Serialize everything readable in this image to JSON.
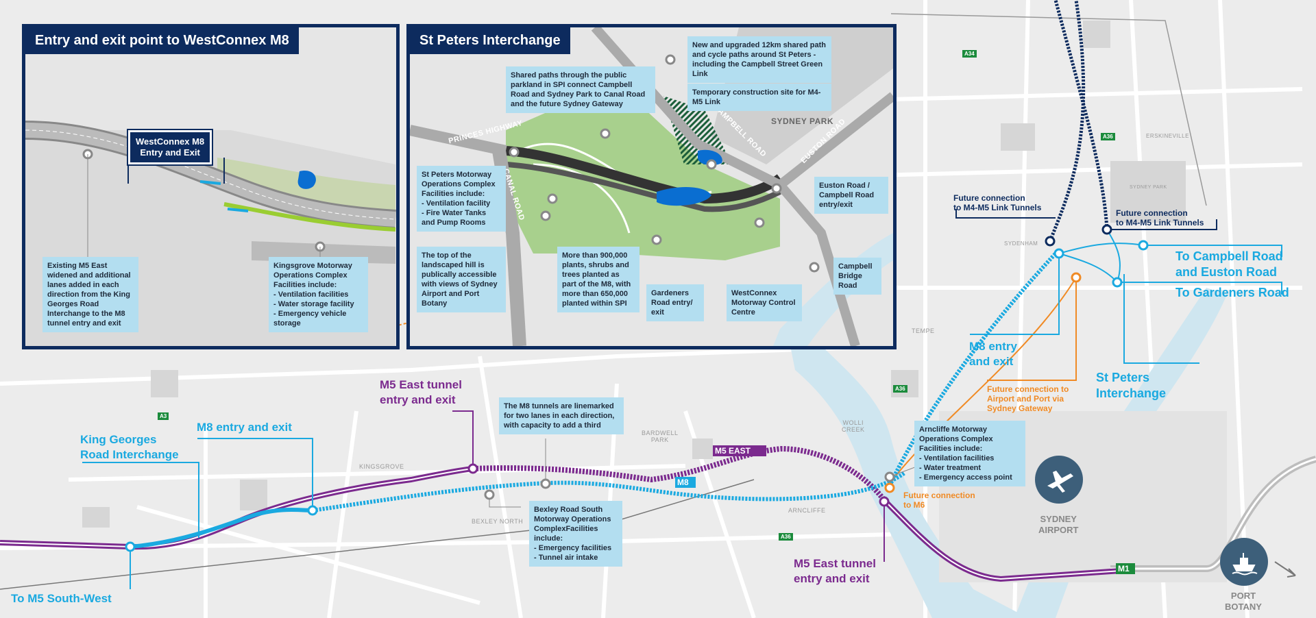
{
  "inset_m8": {
    "title": "Entry and exit point to WestConnex M8",
    "signbox": "WestConnex M8\nEntry and Exit",
    "box1": "Existing M5 East widened and additional lanes added in each direction from the King Georges Road Interchange to the M8 tunnel entry and exit",
    "box2_title": "Kingsgrove Motorway Operations Complex Facilities include:",
    "box2_items": [
      "Ventilation facilities",
      "Water storage facility",
      "Emergency vehicle storage"
    ]
  },
  "inset_spi": {
    "title": "St Peters Interchange",
    "box_paths": "New and upgraded 12km shared path and cycle paths around St Peters - including the Campbell Street Green Link",
    "box_temp": "Temporary construction site for M4-M5 Link",
    "box_parkland": "Shared paths through the public parkland in SPI connect Campbell Road and Sydney Park to Canal Road and the future Sydney Gateway",
    "box_complex_title": "St Peters Motorway Operations Complex Facilities include:",
    "box_complex_items": [
      "Ventilation facility",
      "Fire Water Tanks and Pump Rooms"
    ],
    "box_hill": "The top of the landscaped hill is publically accessible with views of Sydney Airport and Port Botany",
    "box_plants": "More than 900,000 plants, shrubs and trees planted as part of the M8, with more than 650,000 planted within SPI",
    "box_gardeners": "Gardeners Road entry/ exit",
    "box_control": "WestConnex Motorway Control Centre",
    "box_euston": "Euston Road / Campbell Road entry/exit",
    "box_bridge": "Campbell Bridge Road",
    "street_princes": "PRINCES HIGHWAY",
    "street_canal": "CANAL ROAD",
    "street_campbell": "CAMPBELL ROAD",
    "street_euston": "EUSTON ROAD",
    "sydney_park": "SYDNEY PARK"
  },
  "labels": {
    "kg_interchange": "King Georges\nRoad Interchange",
    "m8_entry_left": "M8 entry and exit",
    "to_m5_sw": "To M5 South-West",
    "m5_east_tunnel_top": "M5 East tunnel\nentry and exit",
    "m5_east_tunnel_bottom": "M5 East tunnel\nentry and exit",
    "m8_entry_right": "M8 entry\nand exit",
    "st_peters": "St Peters\nInterchange",
    "to_campbell": "To Campbell Road\nand Euston Road",
    "to_gardeners": "To Gardeners Road",
    "future_m4m5_left": "Future connection\nto M4-M5 Link Tunnels",
    "future_m4m5_right": "Future connection\nto M4-M5 Link Tunnels",
    "future_airport": "Future connection to\nAirport and Port via\nSydney Gateway",
    "future_m6": "Future connection\nto M6",
    "sydney_airport": "SYDNEY\nAIRPORT",
    "port_botany": "PORT\nBOTANY",
    "m5_east_badge": "M5 EAST",
    "m8_badge": "M8",
    "m1_badge": "M1"
  },
  "boxes": {
    "linemarked": "The M8 tunnels are linemarked for two lanes in each direction, with capacity to add a third",
    "arncliffe_title": "Arncliffe Motorway Operations Complex Facilities include:",
    "arncliffe_items": [
      "Ventilation facilities",
      "Water treatment",
      "Emergency access point"
    ],
    "bexley_title": "Bexley Road South Motorway Operations ComplexFacilities include:",
    "bexley_items": [
      "Emergency facilities",
      "Tunnel air intake"
    ]
  },
  "places": {
    "kingsgrove": "KINGSGROVE",
    "bexley_north": "BEXLEY NORTH",
    "bardwell_park": "BARDWELL\nPARK",
    "arncliffe": "ARNCLIFFE",
    "wolli_creek": "WOLLI\nCREEK",
    "tempe": "TEMPE",
    "sydenham": "SYDENHAM",
    "erskineville": "ERSKINEVILLE",
    "sydney_park_map": "SYDNEY PARK"
  },
  "shields": {
    "a3": "A3",
    "a34": "A34",
    "a36_1": "A36",
    "a36_2": "A36",
    "a36_3": "A36"
  },
  "colors": {
    "navy": "#0d2b5e",
    "cyan": "#1aa9e0",
    "purple": "#7b2a8e",
    "orange": "#f08a24",
    "green": "#1b8b3c",
    "box": "#b3def0"
  }
}
